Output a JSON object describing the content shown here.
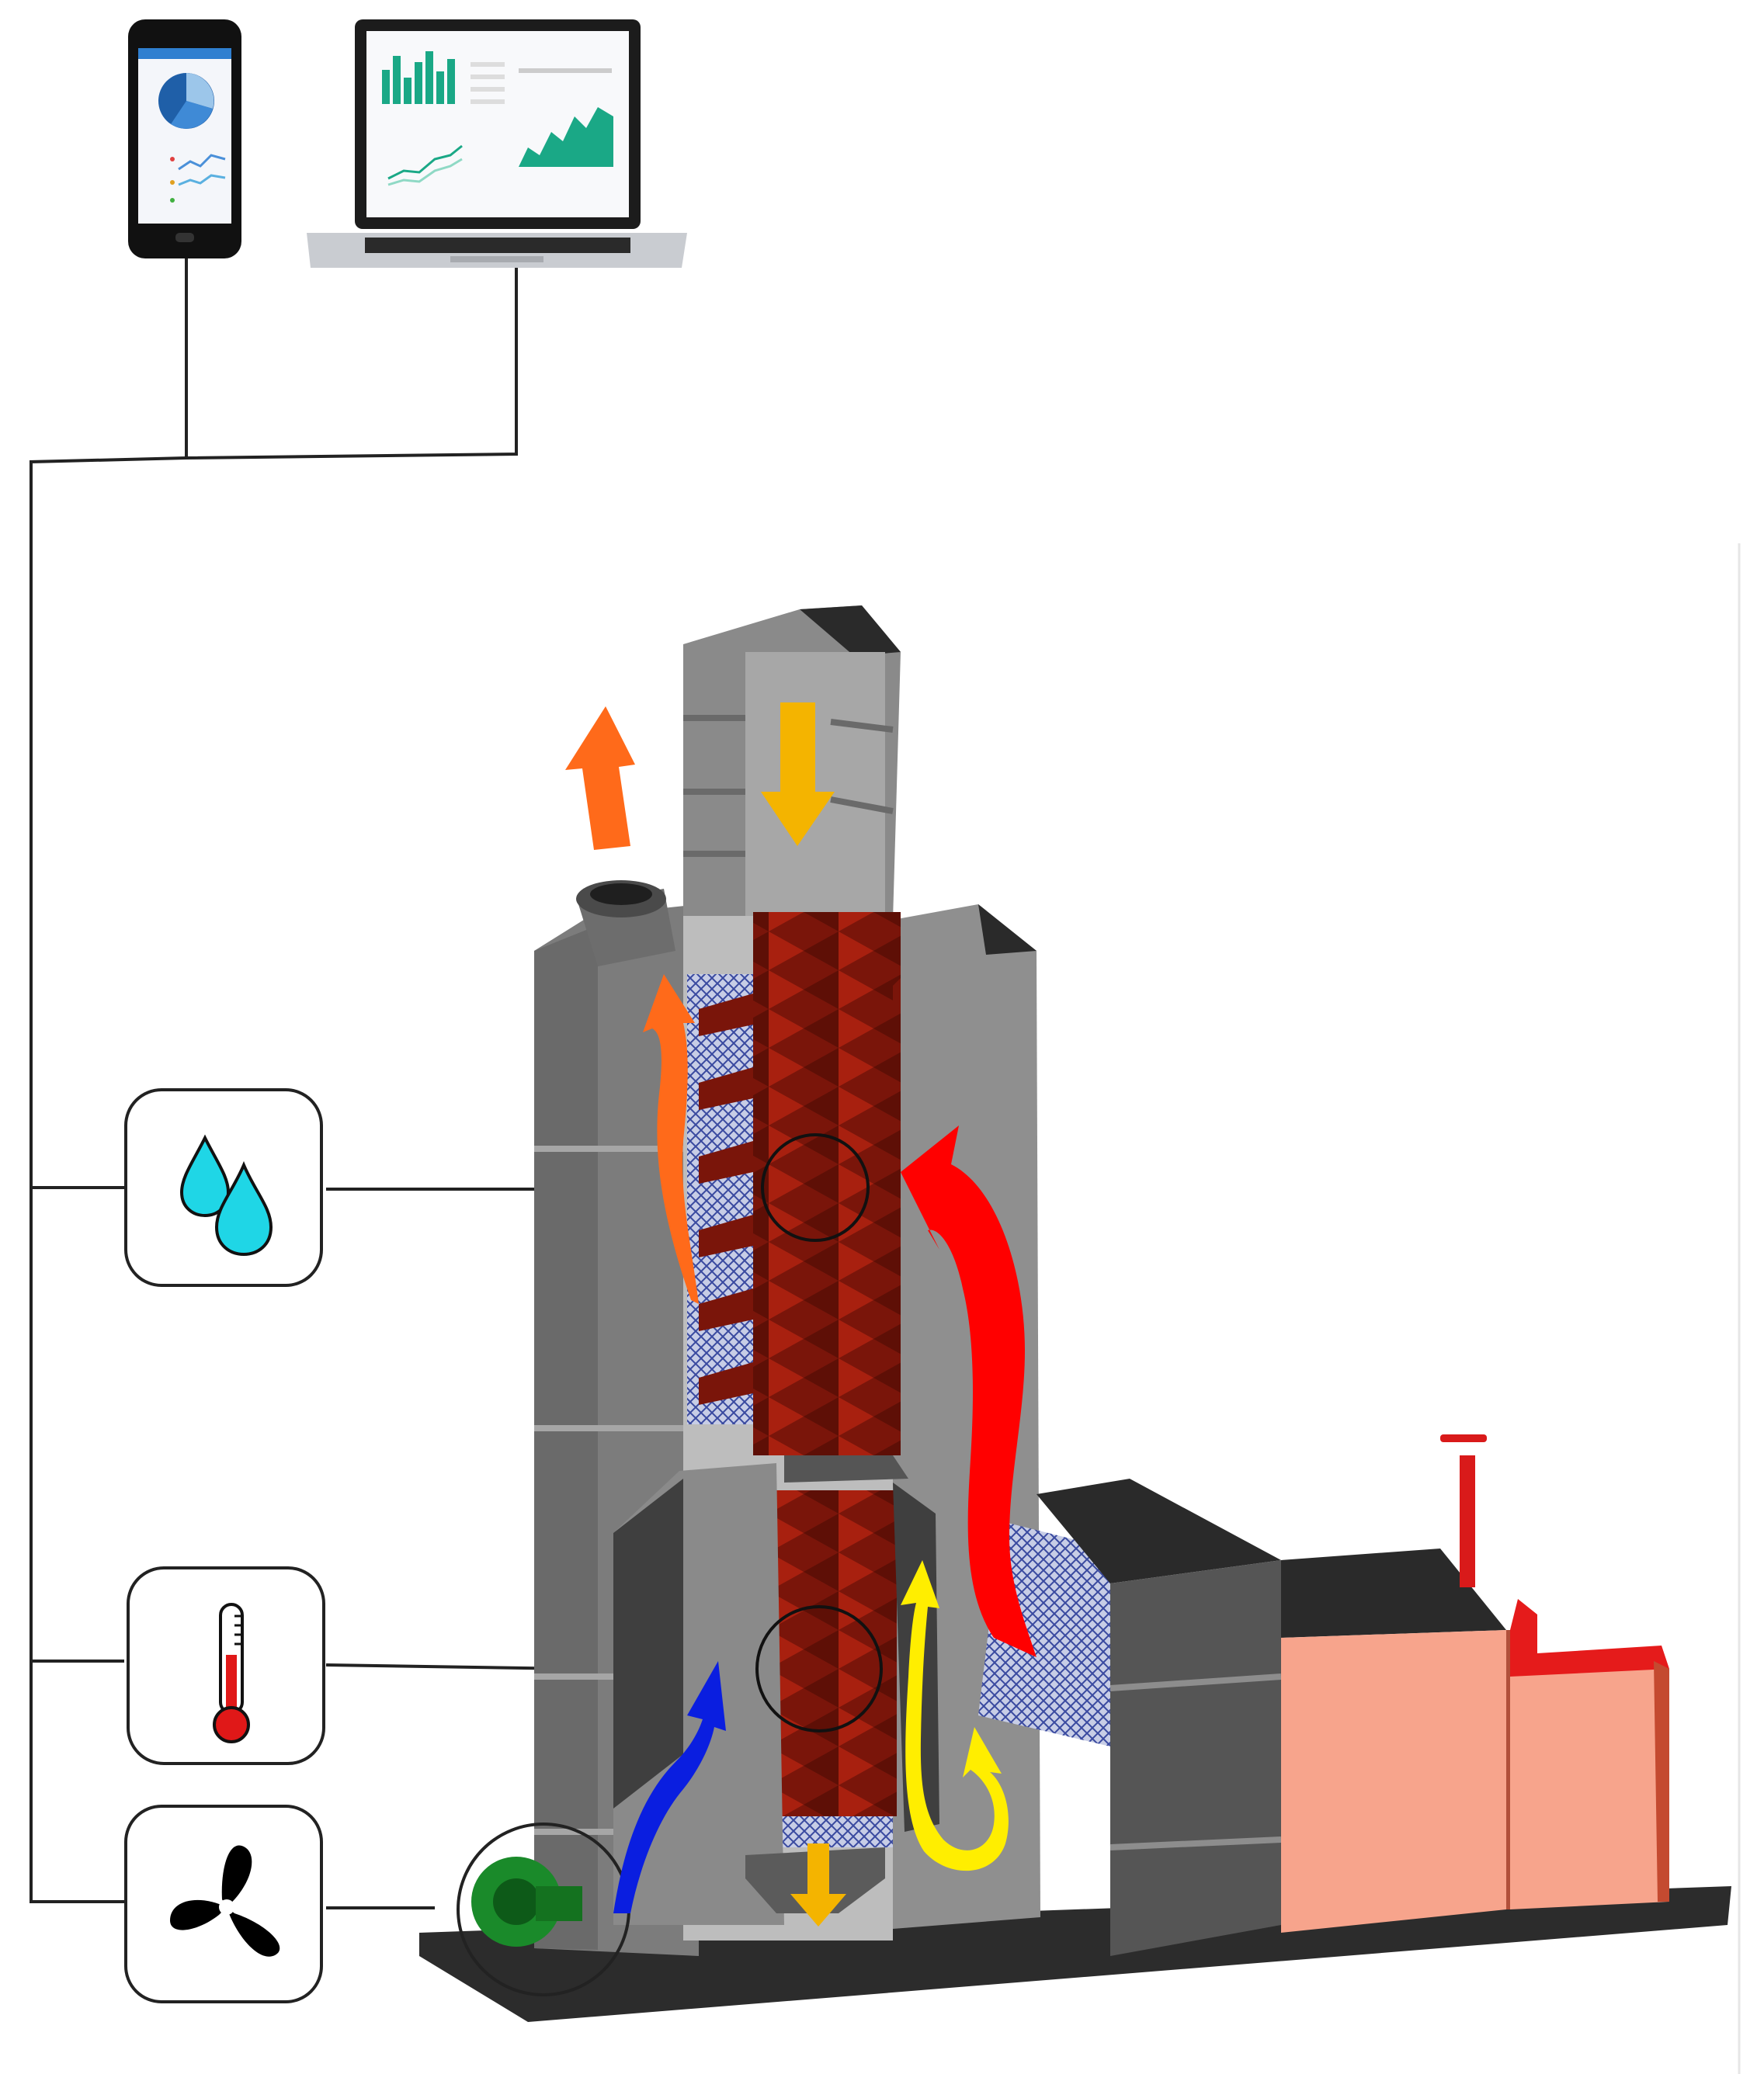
{
  "title": "",
  "devices": [
    {
      "name": "smartphone",
      "icon": "smartphone-dashboard-icon"
    },
    {
      "name": "laptop",
      "icon": "laptop-dashboard-icon"
    }
  ],
  "sensors": [
    {
      "name": "humidity-sensor",
      "icon": "water-drops-icon",
      "color": "#1fd6e6"
    },
    {
      "name": "temperature-sensor",
      "icon": "thermometer-icon",
      "color": "#e01818"
    },
    {
      "name": "fan-control",
      "icon": "fan-icon",
      "color": "#000000"
    }
  ],
  "colors": {
    "wiring": "#222222",
    "dryer_body": "#8c8c8c",
    "grain_columns": "#8b1a0e",
    "mesh": "#4a5aa8",
    "hot_air": "#ff0000",
    "exhaust_air": "#ff6a1a",
    "grain_flow": "#f4b400",
    "ambient_air": "#0a1ee0",
    "recirculation": "#ffee00",
    "burner": "#f7a48c",
    "blower": "#1a8a2a"
  }
}
